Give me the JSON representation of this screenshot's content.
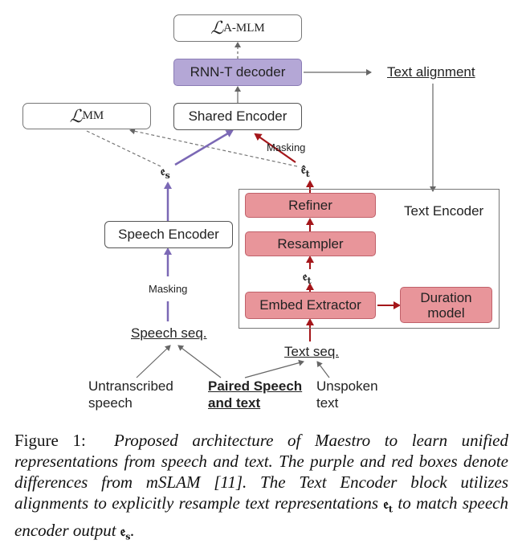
{
  "diagram": {
    "loss_amlm": {
      "symbol": "ℒ",
      "subscript": "A-MLM"
    },
    "loss_mm": {
      "symbol": "ℒ",
      "subscript": "MM"
    },
    "rnnt_decoder": "RNN-T decoder",
    "text_alignment": "Text alignment",
    "shared_encoder": "Shared Encoder",
    "masking_top": "Masking",
    "e_s": {
      "symbol": "𝔢",
      "subscript": "s"
    },
    "e_t_hat": {
      "symbol": "𝔢̂",
      "subscript": "t"
    },
    "speech_encoder": "Speech Encoder",
    "masking_bottom": "Masking",
    "speech_seq": "Speech seq.",
    "text_encoder_label": "Text Encoder",
    "refiner": "Refiner",
    "resampler": "Resampler",
    "e_t": {
      "symbol": "𝔢",
      "subscript": "t"
    },
    "embed_extractor": "Embed Extractor",
    "duration_model_line1": "Duration",
    "duration_model_line2": "model",
    "text_seq": "Text seq.",
    "untranscribed_line1": "Untranscribed",
    "untranscribed_line2": "speech",
    "paired_line1": "Paired Speech",
    "paired_line2": "and text",
    "unspoken_line1": "Unspoken",
    "unspoken_line2": "text"
  },
  "caption": {
    "prefix": "Figure 1:",
    "text": "Proposed architecture of Maestro to learn unified representations from speech and text. The purple and red boxes denote differences from mSLAM [11]. The Text Encoder block utilizes alignments to explicitly resample text representations ",
    "mid": " to match speech encoder output ",
    "end": ".",
    "et_symbol": "𝔢",
    "et_sub": "t",
    "es_symbol": "𝔢",
    "es_sub": "s"
  },
  "colors": {
    "purple": "#7b68b5",
    "red": "#a4161a",
    "gray": "#555555"
  }
}
